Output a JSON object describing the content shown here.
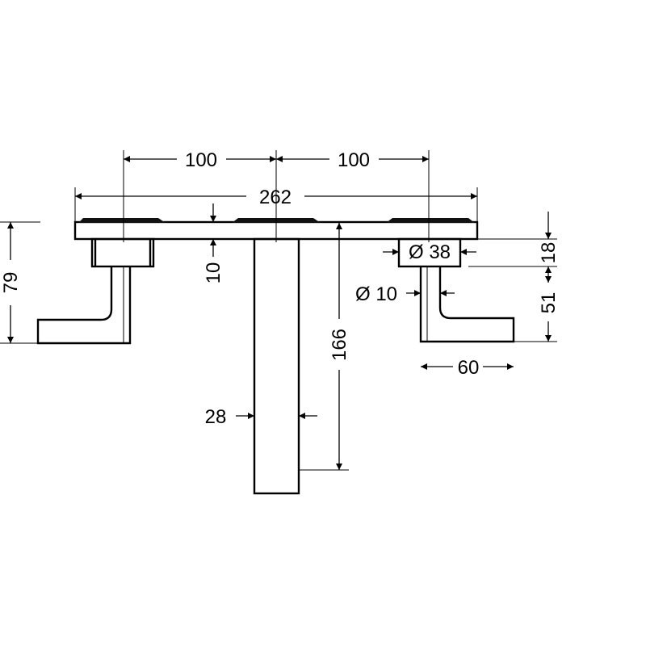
{
  "dimensions": {
    "center_left": "100",
    "center_right": "100",
    "overall_width": "262",
    "plate_thickness": "10",
    "total_height": "79",
    "outlet_diameter": "Ø 38",
    "outlet_depth": "18",
    "handle_drop": "51",
    "handle_diameter": "Ø 10",
    "handle_length": "60",
    "spout_projection": "166",
    "spout_width": "28"
  }
}
